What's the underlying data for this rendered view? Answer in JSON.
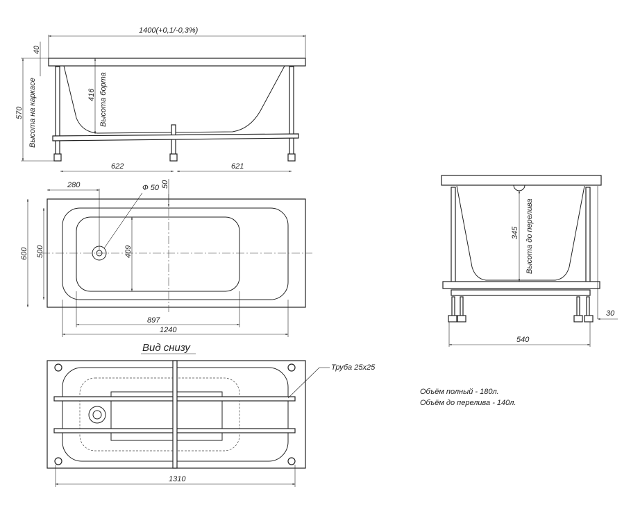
{
  "side_view": {
    "length": "1400(+0,1/-0,3%)",
    "rim": "40",
    "frame_height": "570",
    "frame_height_label": "Высота на каркасе",
    "side_height": "416",
    "side_height_label": "Высота борта",
    "leg_spacing_left": "622",
    "leg_spacing_right": "621"
  },
  "plan_view": {
    "drain_offset": "280",
    "drain_diameter": "Ф 50",
    "drain_rim": "50",
    "width": "600",
    "inner_width": "500",
    "bottom_width": "409",
    "bottom_length": "897",
    "inner_length": "1240"
  },
  "bottom_view": {
    "title": "Вид снизу",
    "pipe_label": "Труба 25х25",
    "frame_length": "1310"
  },
  "end_view": {
    "overflow_height": "345",
    "overflow_height_label": "Высота до перелива",
    "frame_width": "540",
    "foot_offset": "30"
  },
  "notes": [
    "Объём полный - 180л.",
    "Объём до перелива - 140л."
  ]
}
